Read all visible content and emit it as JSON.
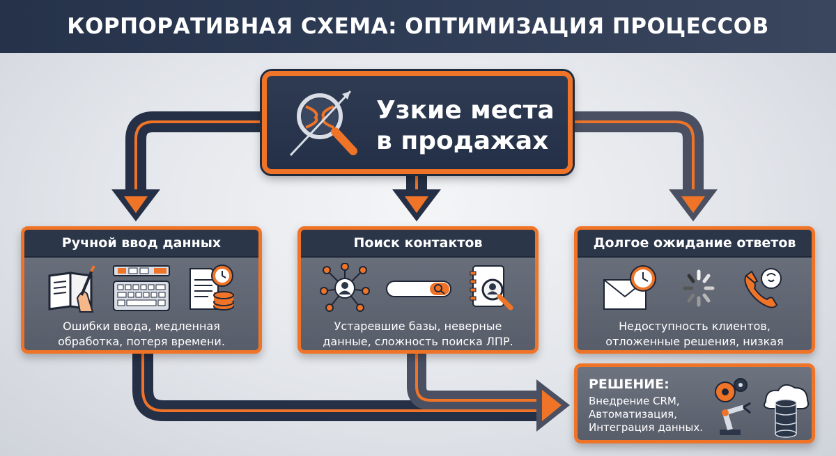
{
  "header": {
    "title": "КОРПОРАТИВНАЯ СХЕМА: ОПТИМИЗАЦИЯ ПРОЦЕССОВ"
  },
  "center": {
    "title_line1": "Узкие места",
    "title_line2": "в продажах",
    "icon": "magnifier-funnel-icon"
  },
  "cards": [
    {
      "title": "Ручной ввод данных",
      "text_line1": "Ошибки ввода, медленная",
      "text_line2": "обработка, потеря времени.",
      "icons": [
        "book-writing-icon",
        "keyboard-icon",
        "document-clock-database-icon"
      ]
    },
    {
      "title": "Поиск контактов",
      "text_line1": "Устаревшие базы, неверные",
      "text_line2": "данные, сложность поиска ЛПР.",
      "icons": [
        "network-user-icon",
        "search-bar-icon",
        "contact-book-search-icon"
      ]
    },
    {
      "title": "Долгое ожидание ответов",
      "text_line1": "Недоступность клиентов,",
      "text_line2": "отложенные решения, низкая конверсия.",
      "icons": [
        "envelope-clock-icon",
        "loading-spinner-icon",
        "phone-chat-icon"
      ]
    }
  ],
  "solution": {
    "title": "РЕШЕНИЕ:",
    "line1": "Внедрение CRM,",
    "line2": "Автоматизация,",
    "line3": "Интеграция данных.",
    "icons": [
      "gears-robot-arm-icon",
      "cloud-database-icon"
    ]
  },
  "colors": {
    "accent": "#f07428",
    "navy": "#25324a",
    "card_gray": "#626773"
  }
}
